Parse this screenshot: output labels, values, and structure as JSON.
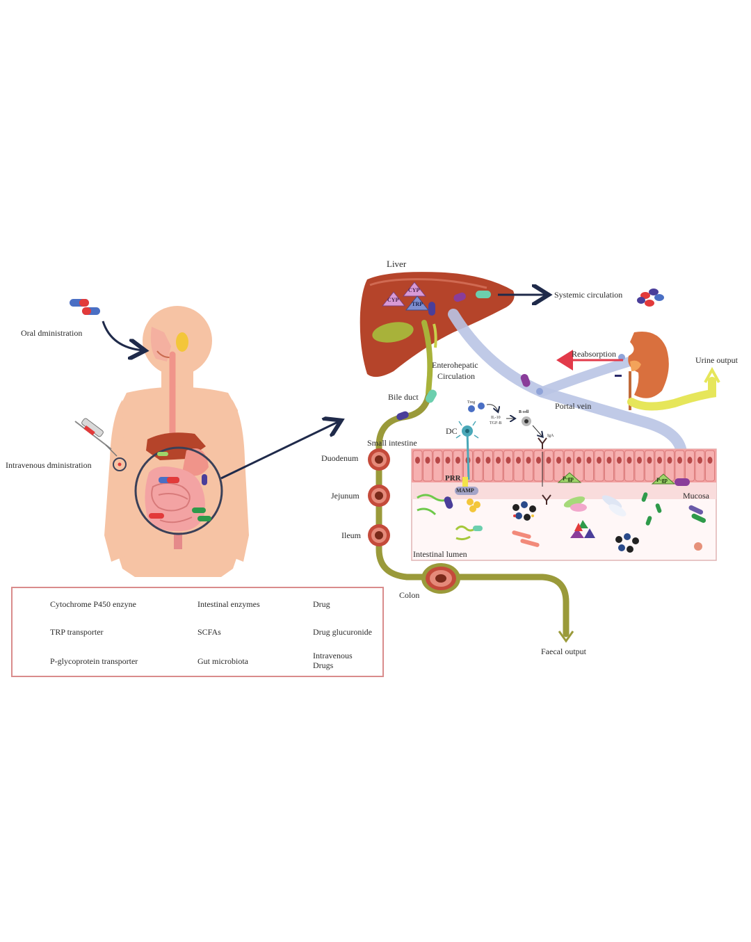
{
  "labels": {
    "liver": "Liver",
    "oral": "Oral dministration",
    "intravenous": "Intravenous dministration",
    "systemic": "Systemic circulation",
    "reabsorption": "Reabsorption",
    "urine": "Urine output",
    "enterohepatic_1": "Enterohepatic",
    "enterohepatic_2": "Circulation",
    "bile_duct": "Bile duct",
    "portal_vein": "Portal vein",
    "small_intestine": "Small intestine",
    "duodenum": "Duodenum",
    "jejunum": "Jejunum",
    "ileum": "Ileum",
    "colon": "Colon",
    "faecal": "Faecal output",
    "mucosa": "Mucosa",
    "intestinal_lumen": "Intestinal lumen",
    "dc": "DC",
    "prr": "PRR",
    "mamp": "MAMP",
    "treg": "Treg",
    "bcell": "B cell",
    "il10": "IL-10",
    "tgfb": "TGF-B",
    "iga": "IgA"
  },
  "tags": {
    "cyp": "CYP",
    "trp": "TRP",
    "pgp": "P-gp"
  },
  "legend": {
    "cyp": "Cytochrome P450 enzyne",
    "trp": "TRP transporter",
    "pgp": "P-glycoprotein transporter",
    "enzymes": "Intestinal enzymes",
    "scfas": "SCFAs",
    "microbiota": "Gut microbiota",
    "drug": "Drug",
    "glucuronide": "Drug glucuronide",
    "iv_1": "Intravenous",
    "iv_2": "Drugs"
  },
  "colors": {
    "skin": "#f6c3a4",
    "liver": "#b5442a",
    "gut_tube": "#9a9a3a",
    "vein": "#b9c4e4",
    "mucosa_cells": "#f3a3a3",
    "kidney": "#d9703e",
    "urine_arrow": "#e6e65a",
    "legend_border": "#d98c8c",
    "cyp": "#d89ad6",
    "trp": "#7f8fd0",
    "pgp": "#9fd56a",
    "drug": "#8a3d9a",
    "glucuronide": "#4a3e9a",
    "iv_drug": "#6ccfae",
    "arrow_dark": "#1f2a4a",
    "arrow_red": "#e23a4a"
  }
}
